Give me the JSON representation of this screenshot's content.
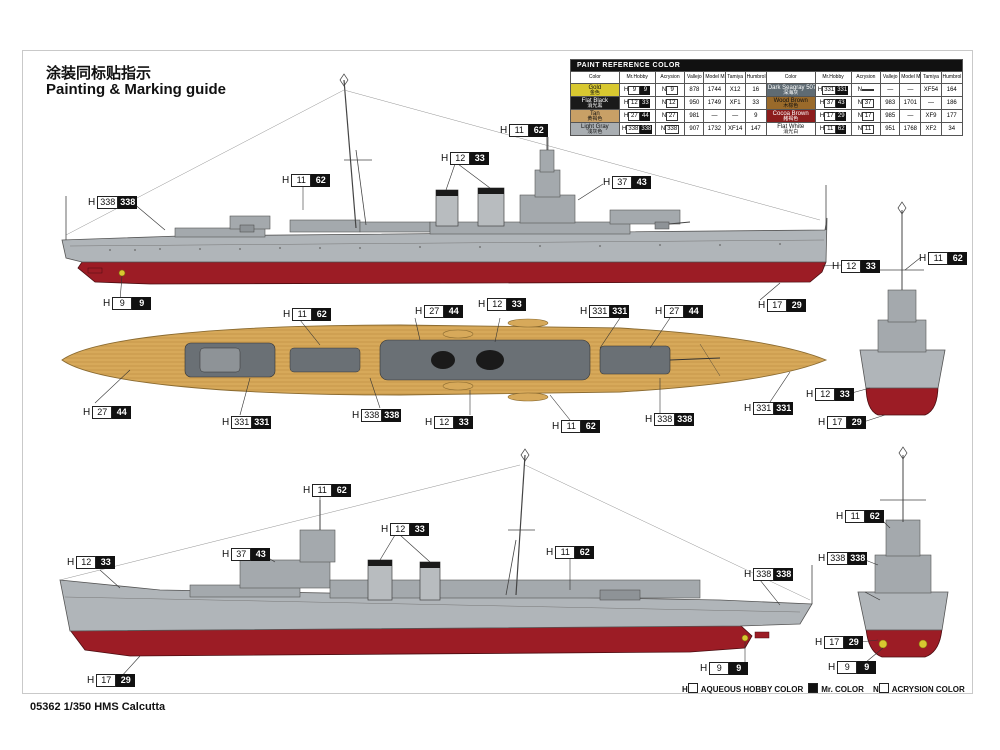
{
  "title_cn": "涂装同标贴指示",
  "title_en": "Painting & Marking guide",
  "footer_title": "05362 1/350 HMS Calcutta",
  "legend": [
    {
      "code": "H",
      "suffix": "AQUEOUS HOBBY COLOR"
    },
    {
      "code": "",
      "suffix": "Mr. COLOR"
    },
    {
      "code": "N",
      "suffix": "ACRYSION COLOR"
    }
  ],
  "paint_table": {
    "title": "PAINT REFERENCE COLOR",
    "headers": [
      "Color",
      "Mr.Hobby",
      "Acrysion",
      "Vallejo",
      "Model Master",
      "Tamiya",
      "Humbrol"
    ],
    "rows": [
      {
        "left": {
          "name": "Gold",
          "cn": "金色",
          "color": "#d8c830",
          "h": "9",
          "k": "9",
          "n": "9",
          "vallejo": "878",
          "mm": "1744",
          "tamiya": "X12",
          "humbrol": "16"
        },
        "right": {
          "name": "Dark Seagray 507A",
          "cn": "深海灰",
          "color": "#5f6b73",
          "h": "331",
          "k": "331",
          "n": "",
          "vallejo": "—",
          "mm": "—",
          "tamiya": "XF54",
          "humbrol": "164"
        }
      },
      {
        "left": {
          "name": "Flat Black",
          "cn": "消光黑",
          "color": "#1a1a1a",
          "h": "12",
          "k": "33",
          "n": "12",
          "vallejo": "950",
          "mm": "1749",
          "tamiya": "XF1",
          "humbrol": "33"
        },
        "right": {
          "name": "Wood Brown",
          "cn": "木棕色",
          "color": "#9a6a2a",
          "h": "37",
          "k": "43",
          "n": "37",
          "vallejo": "983",
          "mm": "1701",
          "tamiya": "—",
          "humbrol": "186"
        }
      },
      {
        "left": {
          "name": "Tan",
          "cn": "黄褐色",
          "color": "#c8a066",
          "h": "27",
          "k": "44",
          "n": "27",
          "vallejo": "981",
          "mm": "—",
          "tamiya": "—",
          "humbrol": "9"
        },
        "right": {
          "name": "Cocoa Brown",
          "cn": "赭褐色",
          "color": "#8c1c1c",
          "h": "17",
          "k": "29",
          "n": "17",
          "vallejo": "985",
          "mm": "—",
          "tamiya": "XF9",
          "humbrol": "177"
        }
      },
      {
        "left": {
          "name": "Light Gray",
          "cn": "浅灰色",
          "color": "#a9aeb2",
          "h": "338",
          "k": "338",
          "n": "338",
          "vallejo": "907",
          "mm": "1732",
          "tamiya": "XF14",
          "humbrol": "147"
        },
        "right": {
          "name": "Flat White",
          "cn": "消光白",
          "color": "#ffffff",
          "h": "11",
          "k": "62",
          "n": "11",
          "vallejo": "951",
          "mm": "1768",
          "tamiya": "XF2",
          "humbrol": "34"
        }
      }
    ]
  },
  "callouts": [
    {
      "h": "H",
      "w": "338",
      "b": "338"
    },
    {
      "h": "H",
      "w": "11",
      "b": "62"
    },
    {
      "h": "H",
      "w": "12",
      "b": "33"
    },
    {
      "h": "H",
      "w": "11",
      "b": "62"
    },
    {
      "h": "H",
      "w": "37",
      "b": "43"
    },
    {
      "h": "H",
      "w": "12",
      "b": "33"
    },
    {
      "h": "H",
      "w": "9",
      "b": "9"
    },
    {
      "h": "H",
      "w": "17",
      "b": "29"
    },
    {
      "h": "H",
      "w": "11",
      "b": "62"
    },
    {
      "h": "H",
      "w": "27",
      "b": "44"
    },
    {
      "h": "H",
      "w": "12",
      "b": "33"
    },
    {
      "h": "H",
      "w": "331",
      "b": "331"
    },
    {
      "h": "H",
      "w": "27",
      "b": "44"
    },
    {
      "h": "H",
      "w": "27",
      "b": "44"
    },
    {
      "h": "H",
      "w": "331",
      "b": "331"
    },
    {
      "h": "H",
      "w": "338",
      "b": "338"
    },
    {
      "h": "H",
      "w": "12",
      "b": "33"
    },
    {
      "h": "H",
      "w": "11",
      "b": "62"
    },
    {
      "h": "H",
      "w": "338",
      "b": "338"
    },
    {
      "h": "H",
      "w": "331",
      "b": "331"
    },
    {
      "h": "H",
      "w": "11",
      "b": "62"
    },
    {
      "h": "H",
      "w": "12",
      "b": "33"
    },
    {
      "h": "H",
      "w": "17",
      "b": "29"
    },
    {
      "h": "H",
      "w": "11",
      "b": "62"
    },
    {
      "h": "H",
      "w": "12",
      "b": "33"
    },
    {
      "h": "H",
      "w": "37",
      "b": "43"
    },
    {
      "h": "H",
      "w": "12",
      "b": "33"
    },
    {
      "h": "H",
      "w": "11",
      "b": "62"
    },
    {
      "h": "H",
      "w": "338",
      "b": "338"
    },
    {
      "h": "H",
      "w": "17",
      "b": "29"
    },
    {
      "h": "H",
      "w": "9",
      "b": "9"
    },
    {
      "h": "H",
      "w": "11",
      "b": "62"
    },
    {
      "h": "H",
      "w": "338",
      "b": "338"
    },
    {
      "h": "H",
      "w": "17",
      "b": "29"
    },
    {
      "h": "H",
      "w": "9",
      "b": "9"
    }
  ],
  "colors": {
    "hull_red": "#9c1c25",
    "gray": "#a9aeb2",
    "deck_tan": "#d7a95a",
    "dark_gray": "#5b6166"
  }
}
